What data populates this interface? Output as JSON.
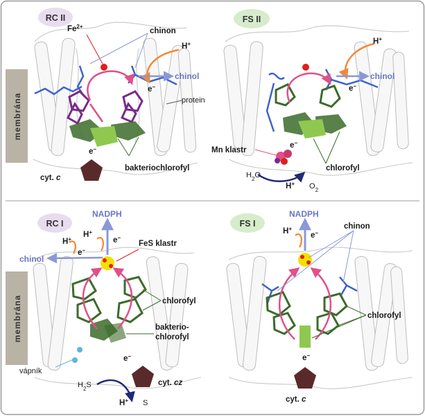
{
  "panels": {
    "rc2": {
      "badge": "RC II",
      "fe": "Fe",
      "fe_sup": "2+",
      "chinon": "chinon",
      "h": "H",
      "h_sup": "+",
      "chinol": "chinol",
      "e_right": "e",
      "e_right_sup": "−",
      "protein": "protein",
      "e_bottom": "e",
      "e_bottom_sup": "−",
      "cyt": "cyt. ",
      "cyt_italic": "c",
      "bakteriochlorofyl": "bakteriochlorofyl"
    },
    "fs2": {
      "badge": "FS II",
      "h": "H",
      "h_sup": "+",
      "chinol": "chinol",
      "e_right": "e",
      "e_right_sup": "−",
      "mn": "Mn klastr",
      "e_mn": "e",
      "e_mn_sup": "−",
      "chlorofyl": "chlorofyl",
      "h2o_a": "H",
      "h2o_sub": "2",
      "h2o_b": "O",
      "h_bottom": "H",
      "h_bottom_sup": "+",
      "o2_a": "O",
      "o2_sub": "2"
    },
    "rc1": {
      "badge": "RC I",
      "nadph": "NADPH",
      "h_top": "H",
      "h_top_sup": "+",
      "e_top": "e",
      "e_top_sup": "−",
      "h_left": "H",
      "h_left_sup": "+",
      "e_left": "e",
      "e_left_sup": "−",
      "chinol": "chinol",
      "fes": "FeS klastr",
      "chlorofyl": "chlorofyl",
      "bakterio1": "bakterio-",
      "bakterio2": "chlorofyl",
      "vapnik": "vápník",
      "e_bottom": "e",
      "e_bottom_sup": "−",
      "cyt": "cyt. ",
      "cyt_italic": "cz",
      "h2s_a": "H",
      "h2s_sub": "2",
      "h2s_b": "S",
      "h_bottom": "H",
      "h_bottom_sup": "+",
      "s": "S"
    },
    "fs1": {
      "badge": "FS I",
      "nadph": "NADPH",
      "h_top": "H",
      "h_top_sup": "+",
      "e_top": "e",
      "e_top_sup": "−",
      "chinon": "chinon",
      "chlorofyl": "chlorofyl",
      "e_bottom": "e",
      "e_bottom_sup": "−",
      "cyt": "cyt. ",
      "cyt_italic": "c"
    }
  },
  "membrane_label": "membrána",
  "colors": {
    "badge_purple": "#e8dcef",
    "badge_green": "#d6eccb",
    "membrane_bar": "#b9b3a6",
    "arrow_magenta": "#e0508a",
    "arrow_blue": "#8a98d8",
    "arrow_orange": "#f08a3a",
    "arrow_navy": "#1f2a7a",
    "cofactor_purple": "#7a2a8a",
    "cofactor_green": "#3c6b2a",
    "cofactor_lightgreen": "#8fc84f",
    "cytochrome": "#5a2a2a",
    "quinone_blue": "#3f63c8",
    "fe_red": "#e0201c",
    "fes_yellow": "#f4e000"
  }
}
